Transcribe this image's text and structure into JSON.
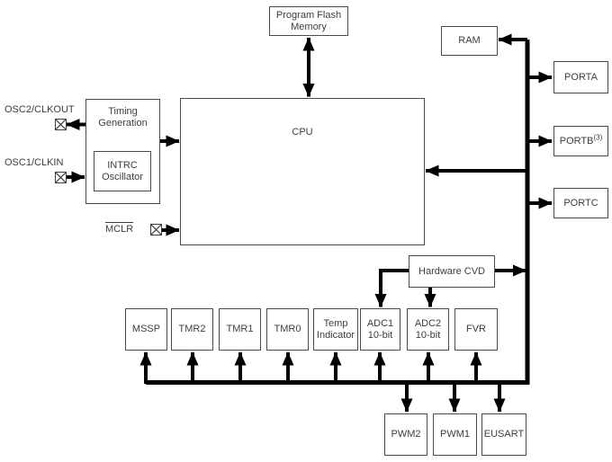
{
  "blocks": {
    "program_flash": {
      "line1": "Program Flash",
      "line2": "Memory"
    },
    "cpu": {
      "label": "CPU"
    },
    "ram": {
      "label": "RAM"
    },
    "porta": {
      "label": "PORTA"
    },
    "portb": {
      "label": "PORTB",
      "sup": "(3)"
    },
    "portc": {
      "label": "PORTC"
    },
    "timing": {
      "line1": "Timing",
      "line2": "Generation"
    },
    "intrc": {
      "line1": "INTRC",
      "line2": "Oscillator"
    },
    "hardware_cvd": {
      "label": "Hardware CVD"
    },
    "mssp": {
      "label": "MSSP"
    },
    "tmr2": {
      "label": "TMR2"
    },
    "tmr1": {
      "label": "TMR1"
    },
    "tmr0": {
      "label": "TMR0"
    },
    "temp_indicator": {
      "line1": "Temp",
      "line2": "Indicator"
    },
    "adc1": {
      "line1": "ADC1",
      "line2": "10-bit"
    },
    "adc2": {
      "line1": "ADC2",
      "line2": "10-bit"
    },
    "fvr": {
      "label": "FVR"
    },
    "pwm2": {
      "label": "PWM2"
    },
    "pwm1": {
      "label": "PWM1"
    },
    "eusart": {
      "label": "EUSART"
    }
  },
  "pins": {
    "osc2": {
      "label": "OSC2/CLKOUT"
    },
    "osc1": {
      "label": "OSC1/CLKIN"
    },
    "mclr": {
      "label": "MCLR"
    }
  },
  "colors": {
    "background": "#ffffff",
    "wire": "#000000",
    "box_border": "#4a4a4a",
    "text": "#3d3d3d"
  }
}
